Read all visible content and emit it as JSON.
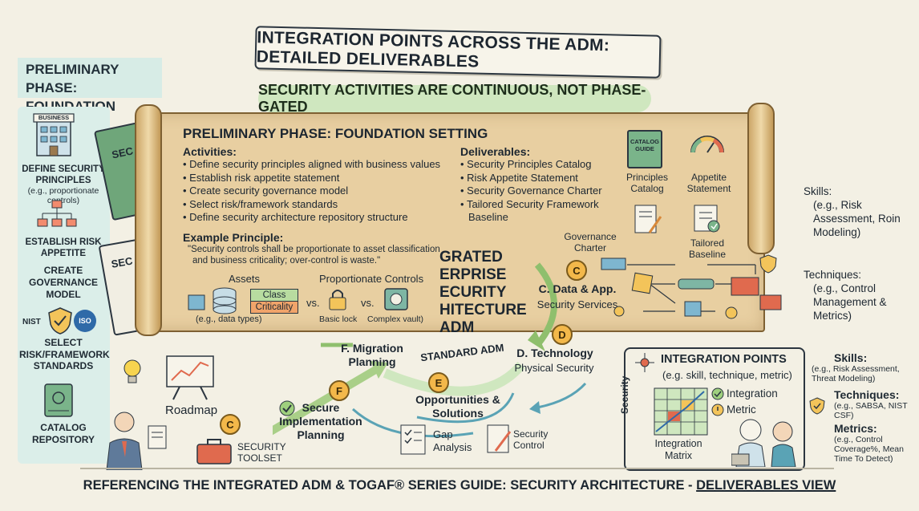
{
  "banner": {
    "title": "INTEGRATION POINTS ACROSS THE ADM: DETAILED DELIVERABLES"
  },
  "subtitle": "SECURITY ACTIVITIES ARE CONTINUOUS, NOT PHASE-GATED",
  "left": {
    "title_line1": "PRELIMINARY PHASE:",
    "title_line2": "FOUNDATION SETTING",
    "business_label": "BUSINESS",
    "item1_title": "DEFINE SECURITY PRINCIPLES",
    "item1_note": "(e.g., proportionate controls)",
    "item2_title": "ESTABLISH RISK APPETITE",
    "item3_title": "CREATE GOVERNANCE MODEL",
    "nist_label": "NIST",
    "iso_label": "ISO",
    "item4_title": "SELECT RISK/FRAMEWORK STANDARDS",
    "item5_title": "CATALOG REPOSITORY"
  },
  "scroll": {
    "title": "PRELIMINARY PHASE: FOUNDATION SETTING",
    "activities_heading": "Activities:",
    "activities": [
      "Define security principles aligned with business values",
      "Establish risk appetite statement",
      "Create security governance model",
      "Select risk/framework standards",
      "Define security architecture repository structure"
    ],
    "deliverables_heading": "Deliverables:",
    "deliverables": [
      "Security Principles Catalog",
      "Risk Appetite Statement",
      "Security Governance Charter",
      "Tailored Security Framework"
    ],
    "deliverables_cont": "Baseline",
    "example_heading": "Example Principle:",
    "example_quote1": "\"Security controls shall be proportionate to asset classification",
    "example_quote2": "and business criticality; over-control is waste.\"",
    "assets_label": "Assets",
    "class_label": "Class",
    "criticality_label": "Criticality",
    "assets_note": "(e.g., data types)",
    "vs1": "vs.",
    "vs2": "vs.",
    "prop_controls": "Proportionate Controls",
    "basic_lock": "Basic lock",
    "complex_vault": "Complex vault)",
    "catalog_book": "CATALOG GUIDE",
    "principles_catalog": "Principles Catalog",
    "appetite_statement": "Appetite Statement",
    "tailored_baseline": "Tailored Baseline",
    "governance_charter": "Governance Charter",
    "book_fragment_1": "SEC",
    "book_fragment_2": "SEC"
  },
  "adm": {
    "center_lines": [
      "GRATED",
      "ERPRISE",
      "ECURITY",
      "HITECTURE",
      "ADM"
    ],
    "standard_adm": "STANDARD ADM",
    "c_label": "C",
    "c_title": "C. Data & App.",
    "c_sub": "Security Services",
    "d_label": "D",
    "d_title": "D. Technology",
    "d_sub": "Physical Security",
    "e_label": "E",
    "e_title": "Opportunities & Solutions",
    "f_label": "F",
    "f_title": "F. Migration Planning",
    "f2_label": "F",
    "f2_title": "Secure Implementation Planning",
    "c2_label": "C",
    "roadmap": "Roadmap",
    "toolset": "SECURITY TOOLSET",
    "gap": "Gap Analysis",
    "security_control": "Security Control"
  },
  "right": {
    "skills_title": "Skills:",
    "skills_text": "(e.g., Risk Assessment, Roin Modeling)",
    "techniques_title": "Techniques:",
    "techniques_text": "(e.g., Control Management & Metrics)"
  },
  "integration": {
    "title": "INTEGRATION POINTS",
    "subtitle": "(e.g. skill, technique, metric)",
    "security_label": "Security",
    "integration_label": "Integration",
    "metric_label": "Metric",
    "matrix_label": "Integration Matrix",
    "skills_title": "Skills:",
    "skills_text": "(e.g., Risk Assessment, Threat Modeling)",
    "techniques_title": "Techniques:",
    "techniques_text": "(e.g., SABSA, NIST CSF)",
    "metrics_title": "Metrics:",
    "metrics_text": "(e.g., Control Coverage%, Mean Time To Detect)"
  },
  "footer": {
    "text": "REFERENCING THE INTEGRATED ADM & TOGAF® SERIES GUIDE: SECURITY ARCHITECTURE - ",
    "emph": "DELIVERABLES VIEW"
  },
  "colors": {
    "scroll": "#e8cfa1",
    "accent_green": "#cfe7bf",
    "panel_teal": "#dbeee9",
    "badge": "#f3b84a"
  }
}
